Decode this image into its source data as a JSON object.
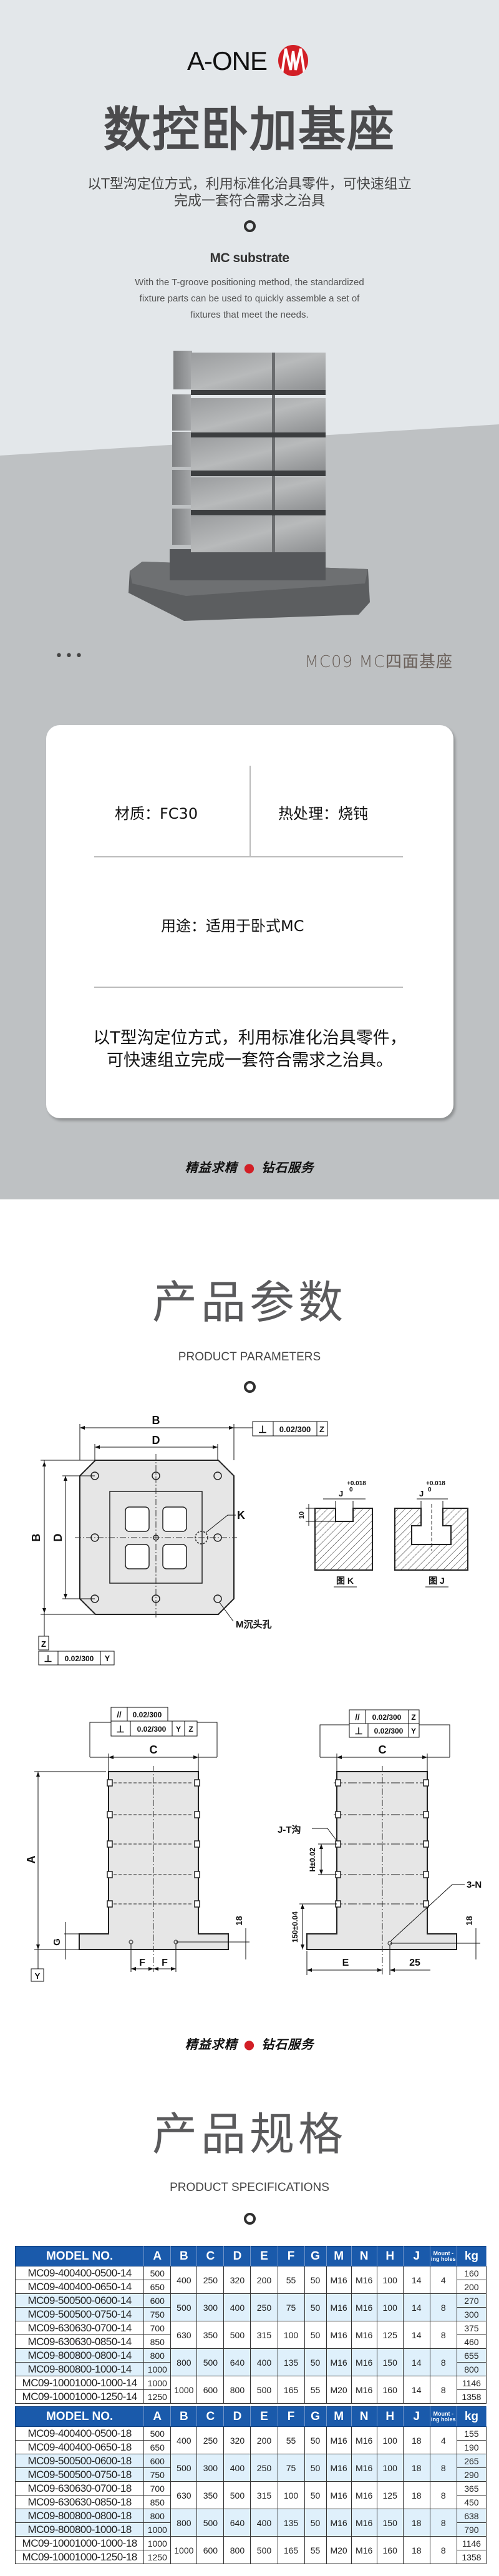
{
  "header": {
    "logo_text": "A-ONE",
    "brand_color": "#d21f26"
  },
  "hero": {
    "title": "数控卧加基座",
    "subtitle_lines": [
      "以T型沟定位方式，利用标准化治具零件，可快速组立",
      "完成一套符合需求之治具"
    ],
    "en_heading": "MC substrate",
    "en_lines": [
      "With the T-groove positioning method, the standardized",
      "fixture parts can be used to quickly assemble a set of",
      "fixtures that meet the needs."
    ],
    "more_dots": "•••",
    "product_caption": "MC09 MC四面基座"
  },
  "card": {
    "material": "材质：FC30",
    "heat_treatment": "热处理：烧钝",
    "usage": "用途：适用于卧式MC",
    "description_lines": [
      "以T型沟定位方式，利用标准化治具零件，",
      "可快速组立完成一套符合需求之治具。"
    ]
  },
  "slogan": {
    "left": "精益求精",
    "right": "钻石服务"
  },
  "params": {
    "title": "产品参数",
    "subtitle": "PRODUCT PARAMETERS"
  },
  "drawing": {
    "B": "B",
    "D": "D",
    "K": "K",
    "C": "C",
    "A": "A",
    "G": "G",
    "F": "F",
    "E": "E",
    "Y": "Y",
    "Z": "Z",
    "tol_value": "0.02/300",
    "perp": "⊥",
    "parallel": "//",
    "counterbore": "M沉头孔",
    "tslot": "J-T沟",
    "H_tol": "H±0.02",
    "N_holes": "3-N",
    "height_150": "150±0.04",
    "dim_25": "25",
    "dim_18": "18",
    "dim_10": "10",
    "J": "J",
    "fit_upper": "+0.018",
    "fit_lower": "0",
    "fig_K": "图 K",
    "fig_J": "图 J"
  },
  "specs": {
    "title": "产品规格",
    "subtitle": "PRODUCT SPECIFICATIONS"
  },
  "spec_tables": [
    {
      "headers": [
        "MODEL NO.",
        "A",
        "B",
        "C",
        "D",
        "E",
        "F",
        "G",
        "M",
        "N",
        "H",
        "J",
        "Mount -ing holes",
        "kg"
      ],
      "groups": [
        {
          "models": [
            "MC09-400400-0500-14",
            "MC09-400400-0650-14"
          ],
          "A": [
            "500",
            "650"
          ],
          "shared": [
            "400",
            "250",
            "320",
            "200",
            "55",
            "50",
            "M16",
            "M16",
            "100",
            "14",
            "4"
          ],
          "kg": [
            "160",
            "200"
          ]
        },
        {
          "models": [
            "MC09-500500-0600-14",
            "MC09-500500-0750-14"
          ],
          "A": [
            "600",
            "750"
          ],
          "shared": [
            "500",
            "300",
            "400",
            "250",
            "75",
            "50",
            "M16",
            "M16",
            "100",
            "14",
            "8"
          ],
          "kg": [
            "270",
            "300"
          ]
        },
        {
          "models": [
            "MC09-630630-0700-14",
            "MC09-630630-0850-14"
          ],
          "A": [
            "700",
            "850"
          ],
          "shared": [
            "630",
            "350",
            "500",
            "315",
            "100",
            "50",
            "M16",
            "M16",
            "125",
            "14",
            "8"
          ],
          "kg": [
            "375",
            "460"
          ]
        },
        {
          "models": [
            "MC09-800800-0800-14",
            "MC09-800800-1000-14"
          ],
          "A": [
            "800",
            "1000"
          ],
          "shared": [
            "800",
            "500",
            "640",
            "400",
            "135",
            "50",
            "M16",
            "M16",
            "150",
            "14",
            "8"
          ],
          "kg": [
            "655",
            "800"
          ]
        },
        {
          "models": [
            "MC09-10001000-1000-14",
            "MC09-10001000-1250-14"
          ],
          "A": [
            "1000",
            "1250"
          ],
          "shared": [
            "1000",
            "600",
            "800",
            "500",
            "165",
            "55",
            "M20",
            "M16",
            "160",
            "14",
            "8"
          ],
          "kg": [
            "1146",
            "1358"
          ]
        }
      ]
    },
    {
      "headers": [
        "MODEL NO.",
        "A",
        "B",
        "C",
        "D",
        "E",
        "F",
        "G",
        "M",
        "N",
        "H",
        "J",
        "Mount -ing holes",
        "kg"
      ],
      "groups": [
        {
          "models": [
            "MC09-400400-0500-18",
            "MC09-400400-0650-18"
          ],
          "A": [
            "500",
            "650"
          ],
          "shared": [
            "400",
            "250",
            "320",
            "200",
            "55",
            "50",
            "M16",
            "M16",
            "100",
            "18",
            "4"
          ],
          "kg": [
            "155",
            "190"
          ]
        },
        {
          "models": [
            "MC09-500500-0600-18",
            "MC09-500500-0750-18"
          ],
          "A": [
            "600",
            "750"
          ],
          "shared": [
            "500",
            "300",
            "400",
            "250",
            "75",
            "50",
            "M16",
            "M16",
            "100",
            "18",
            "8"
          ],
          "kg": [
            "265",
            "290"
          ]
        },
        {
          "models": [
            "MC09-630630-0700-18",
            "MC09-630630-0850-18"
          ],
          "A": [
            "700",
            "850"
          ],
          "shared": [
            "630",
            "350",
            "500",
            "315",
            "100",
            "50",
            "M16",
            "M16",
            "125",
            "18",
            "8"
          ],
          "kg": [
            "365",
            "450"
          ]
        },
        {
          "models": [
            "MC09-800800-0800-18",
            "MC09-800800-1000-18"
          ],
          "A": [
            "800",
            "1000"
          ],
          "shared": [
            "800",
            "500",
            "640",
            "400",
            "135",
            "50",
            "M16",
            "M16",
            "150",
            "18",
            "8"
          ],
          "kg": [
            "638",
            "790"
          ]
        },
        {
          "models": [
            "MC09-10001000-1000-18",
            "MC09-10001000-1250-18"
          ],
          "A": [
            "1000",
            "1250"
          ],
          "shared": [
            "1000",
            "600",
            "800",
            "500",
            "165",
            "55",
            "M20",
            "M16",
            "160",
            "18",
            "8"
          ],
          "kg": [
            "1146",
            "1358"
          ]
        }
      ]
    }
  ],
  "colors": {
    "table_header": "#1a5aab",
    "row_highlight": "#dff0fb",
    "hero_bg": "#e3e7ea",
    "hero_floor": "#bec1c3"
  }
}
